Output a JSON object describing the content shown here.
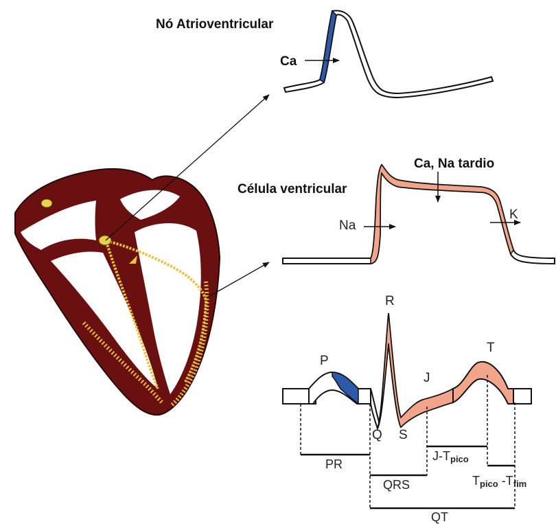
{
  "colors": {
    "heart_muscle": "#6b1010",
    "conduction": "#e8c33a",
    "av_fill": "#2e59a8",
    "ventricular_fill": "#f2a58a",
    "outline": "#111111"
  },
  "labels": {
    "av_node_title": "Nó Atrioventricular",
    "av_ca": "Ca",
    "ventricular_title": "Célula ventricular",
    "ventricular_ca_na": "Ca, Na tardio",
    "ventricular_na": "Na",
    "ventricular_k": "K",
    "ecg_p": "P",
    "ecg_r": "R",
    "ecg_q": "Q",
    "ecg_s": "S",
    "ecg_j": "J",
    "ecg_t": "T",
    "interval_pr": "PR",
    "interval_qrs": "QRS",
    "interval_qt": "QT",
    "interval_jt_prefix": "J-T",
    "interval_jt_sub": "pico",
    "interval_tt_t1": "T",
    "interval_tt_sub1": "pico",
    "interval_tt_sep": " -T",
    "interval_tt_sub2": "fim"
  }
}
